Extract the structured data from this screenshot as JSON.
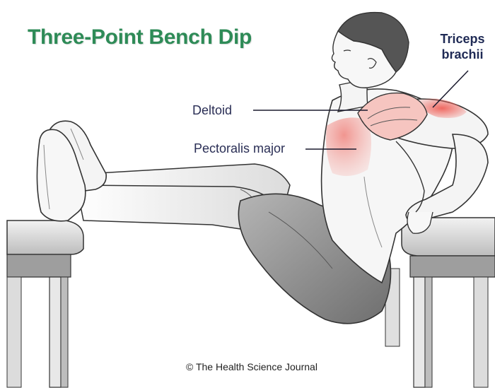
{
  "title": "Three-Point Bench Dip",
  "labels": {
    "deltoid": "Deltoid",
    "pectoralis": "Pectoralis major",
    "triceps_line1": "Triceps",
    "triceps_line2": "brachii"
  },
  "credit": "© The Health Science Journal",
  "colors": {
    "title": "#2e8b57",
    "label_text": "#2a2e55",
    "muscle_highlight": "#f0625a",
    "outline": "#333333",
    "shorts": "#8f8f8f",
    "bench": "#d9d9d9"
  }
}
